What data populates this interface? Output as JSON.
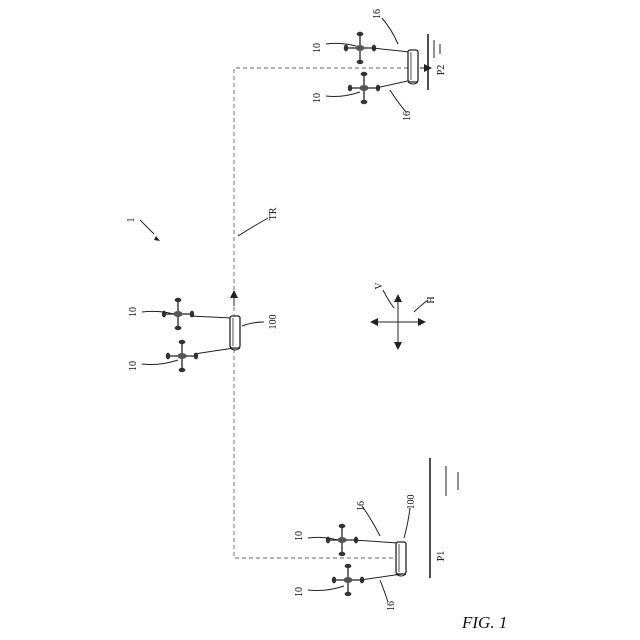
{
  "figure": {
    "caption": "FIG. 1",
    "system_ref": "1",
    "trajectory_label": "TR",
    "vertical_label": "V",
    "horizontal_label": "H",
    "drone_ref": "10",
    "tether_ref": "16",
    "payload_ref": "100",
    "start_label": "P1",
    "end_label": "P2"
  }
}
